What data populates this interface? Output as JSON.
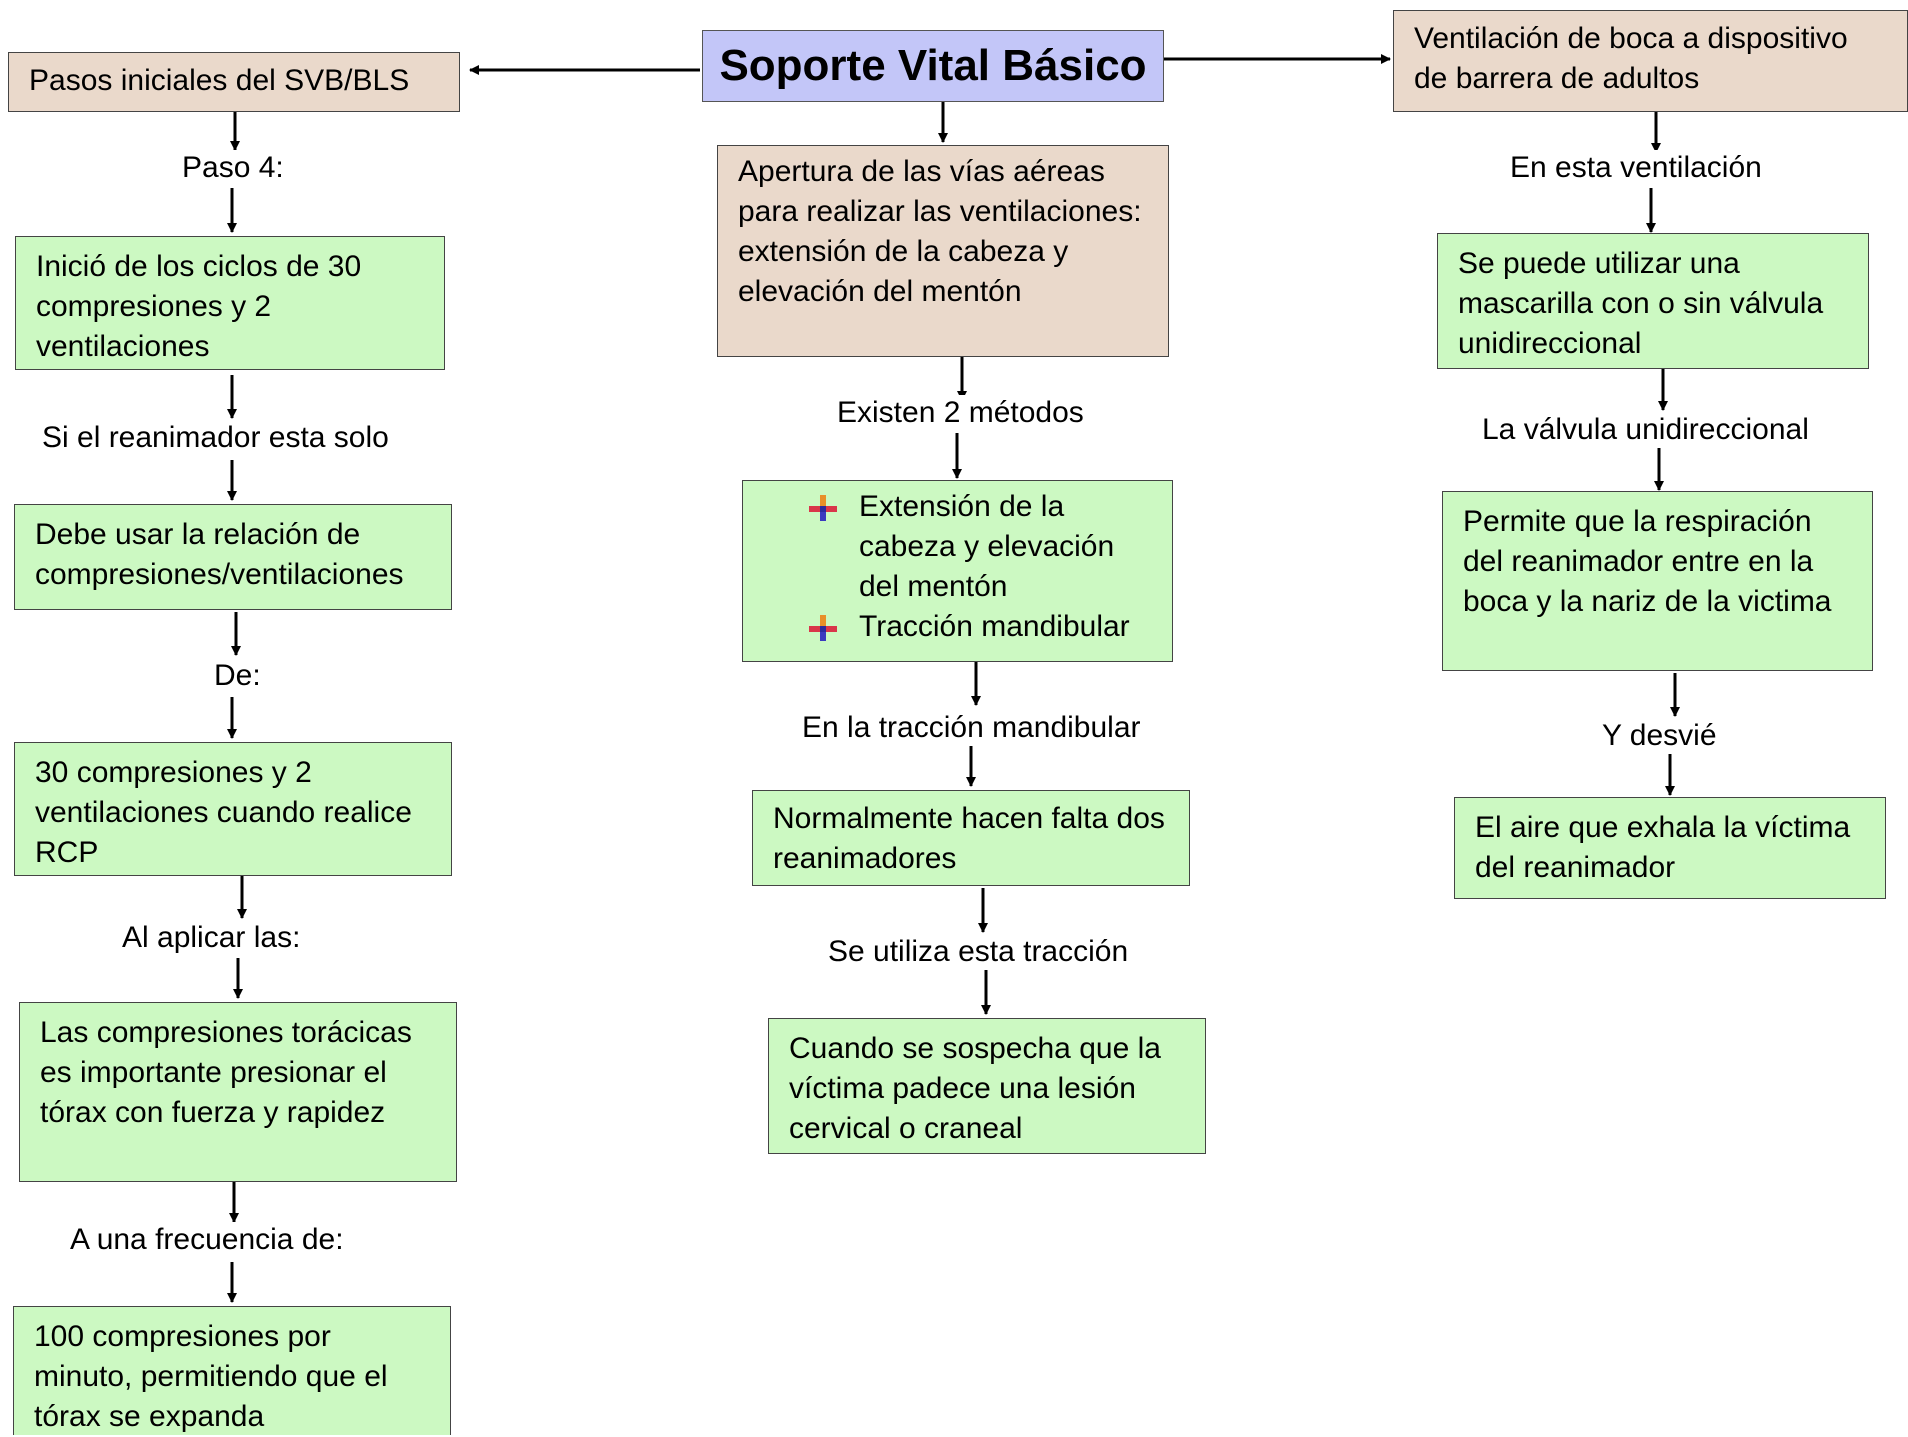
{
  "title": "Soporte Vital Básico",
  "left": {
    "header": "Pasos iniciales del SVB/BLS",
    "label_1": "Paso 4:",
    "box_1": "Inició de los ciclos de 30 compresiones y 2 ventilaciones",
    "label_2": "Si el reanimador esta solo",
    "box_2": "Debe usar la relación de compresiones/ventilaciones",
    "label_3": "De:",
    "box_3": "30 compresiones y 2 ventilaciones cuando realice RCP",
    "label_4": "Al aplicar las:",
    "box_4": "Las compresiones torácicas es importante presionar el tórax con fuerza y rapidez",
    "label_5": "A una frecuencia de:",
    "box_5": "100 compresiones por minuto, permitiendo que el tórax se expanda"
  },
  "center": {
    "header": "Apertura de las vías aéreas para realizar las ventilaciones: extensión de la cabeza y elevación del mentón",
    "label_1": "Existen 2 métodos",
    "methods": [
      "Extensión de la cabeza y elevación del mentón",
      "Tracción mandibular"
    ],
    "label_2": "En la tracción mandibular",
    "box_2": "Normalmente hacen falta dos reanimadores",
    "label_3": "Se utiliza esta tracción",
    "box_3": "Cuando se sospecha que la víctima padece una lesión cervical o craneal"
  },
  "right": {
    "header": "Ventilación de boca a dispositivo de barrera de adultos",
    "label_1": "En esta ventilación",
    "box_1": "Se puede utilizar una mascarilla con o sin válvula unidireccional",
    "label_2": "La válvula unidireccional",
    "box_2": "Permite que la respiración del reanimador entre en la boca y la nariz de la victima",
    "label_3": "Y desvié",
    "box_3": "El aire que exhala la víctima del reanimador"
  }
}
